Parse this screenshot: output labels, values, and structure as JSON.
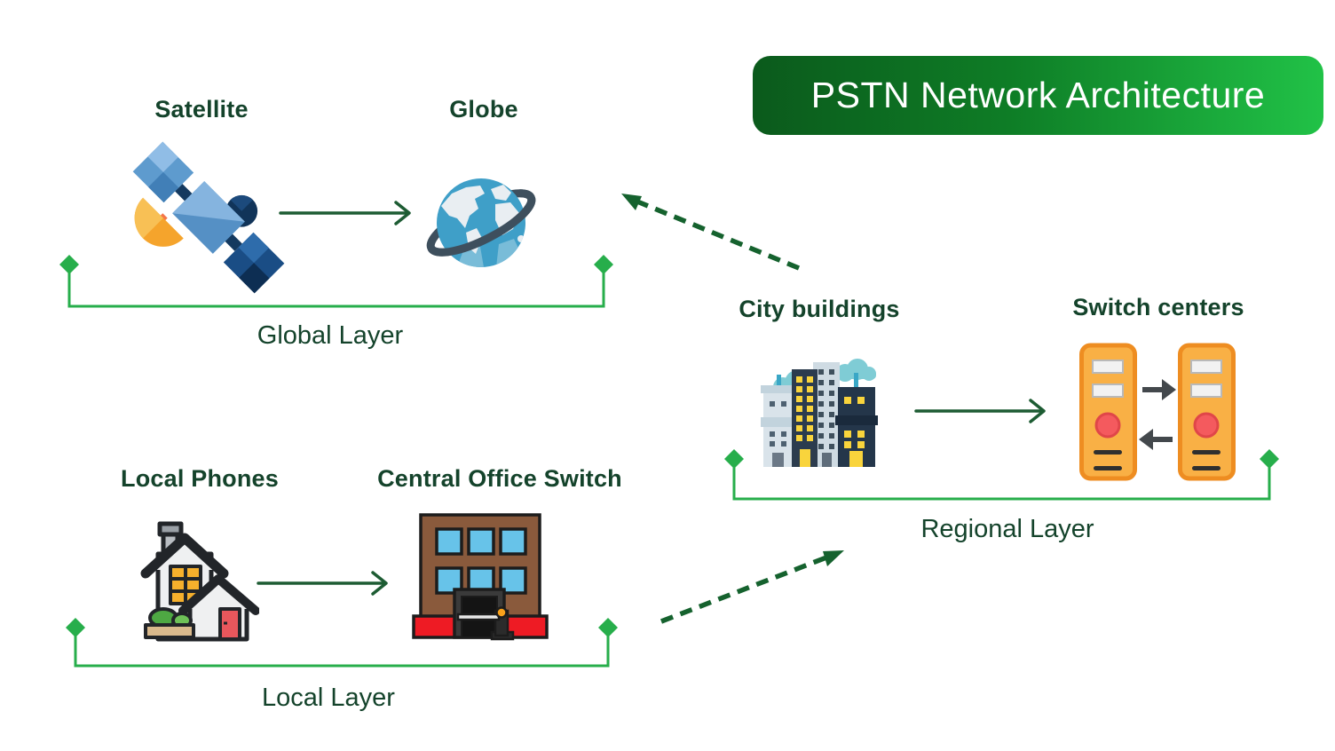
{
  "title": "PSTN Network Architecture",
  "colors": {
    "banner_gradient_left": "#0B5A1C",
    "banner_gradient_mid": "#0E7D26",
    "banner_gradient_right": "#21C247",
    "banner_text": "#FFFFFF",
    "label_text": "#14432B",
    "solid_arrow": "#1D5C33",
    "dashed_arrow": "#15622E",
    "bracket_green": "#27AE4B",
    "background": "#FFFFFF"
  },
  "layers": {
    "global": {
      "label": "Global Layer",
      "nodes": [
        {
          "label": "Satellite",
          "icon": "satellite-icon"
        },
        {
          "label": "Globe",
          "icon": "globe-icon"
        }
      ]
    },
    "regional": {
      "label": "Regional Layer",
      "nodes": [
        {
          "label": "City buildings",
          "icon": "city-buildings-icon"
        },
        {
          "label": "Switch centers",
          "icon": "switch-centers-icon"
        }
      ]
    },
    "local": {
      "label": "Local Layer",
      "nodes": [
        {
          "label": "Local Phones",
          "icon": "house-icon"
        },
        {
          "label": "Central Office Switch",
          "icon": "office-building-icon"
        }
      ]
    }
  },
  "connections": {
    "within_global": {
      "from": "Satellite",
      "to": "Globe",
      "style": "solid-arrow"
    },
    "within_regional": {
      "from": "City buildings",
      "to": "Switch centers",
      "style": "solid-arrow"
    },
    "within_local": {
      "from": "Local Phones",
      "to": "Central Office Switch",
      "style": "solid-arrow"
    },
    "regional_to_global": {
      "from": "Regional Layer",
      "to": "Global Layer",
      "style": "dashed-arrow"
    },
    "local_to_regional": {
      "from": "Local Layer",
      "to": "Regional Layer",
      "style": "dashed-arrow"
    }
  }
}
